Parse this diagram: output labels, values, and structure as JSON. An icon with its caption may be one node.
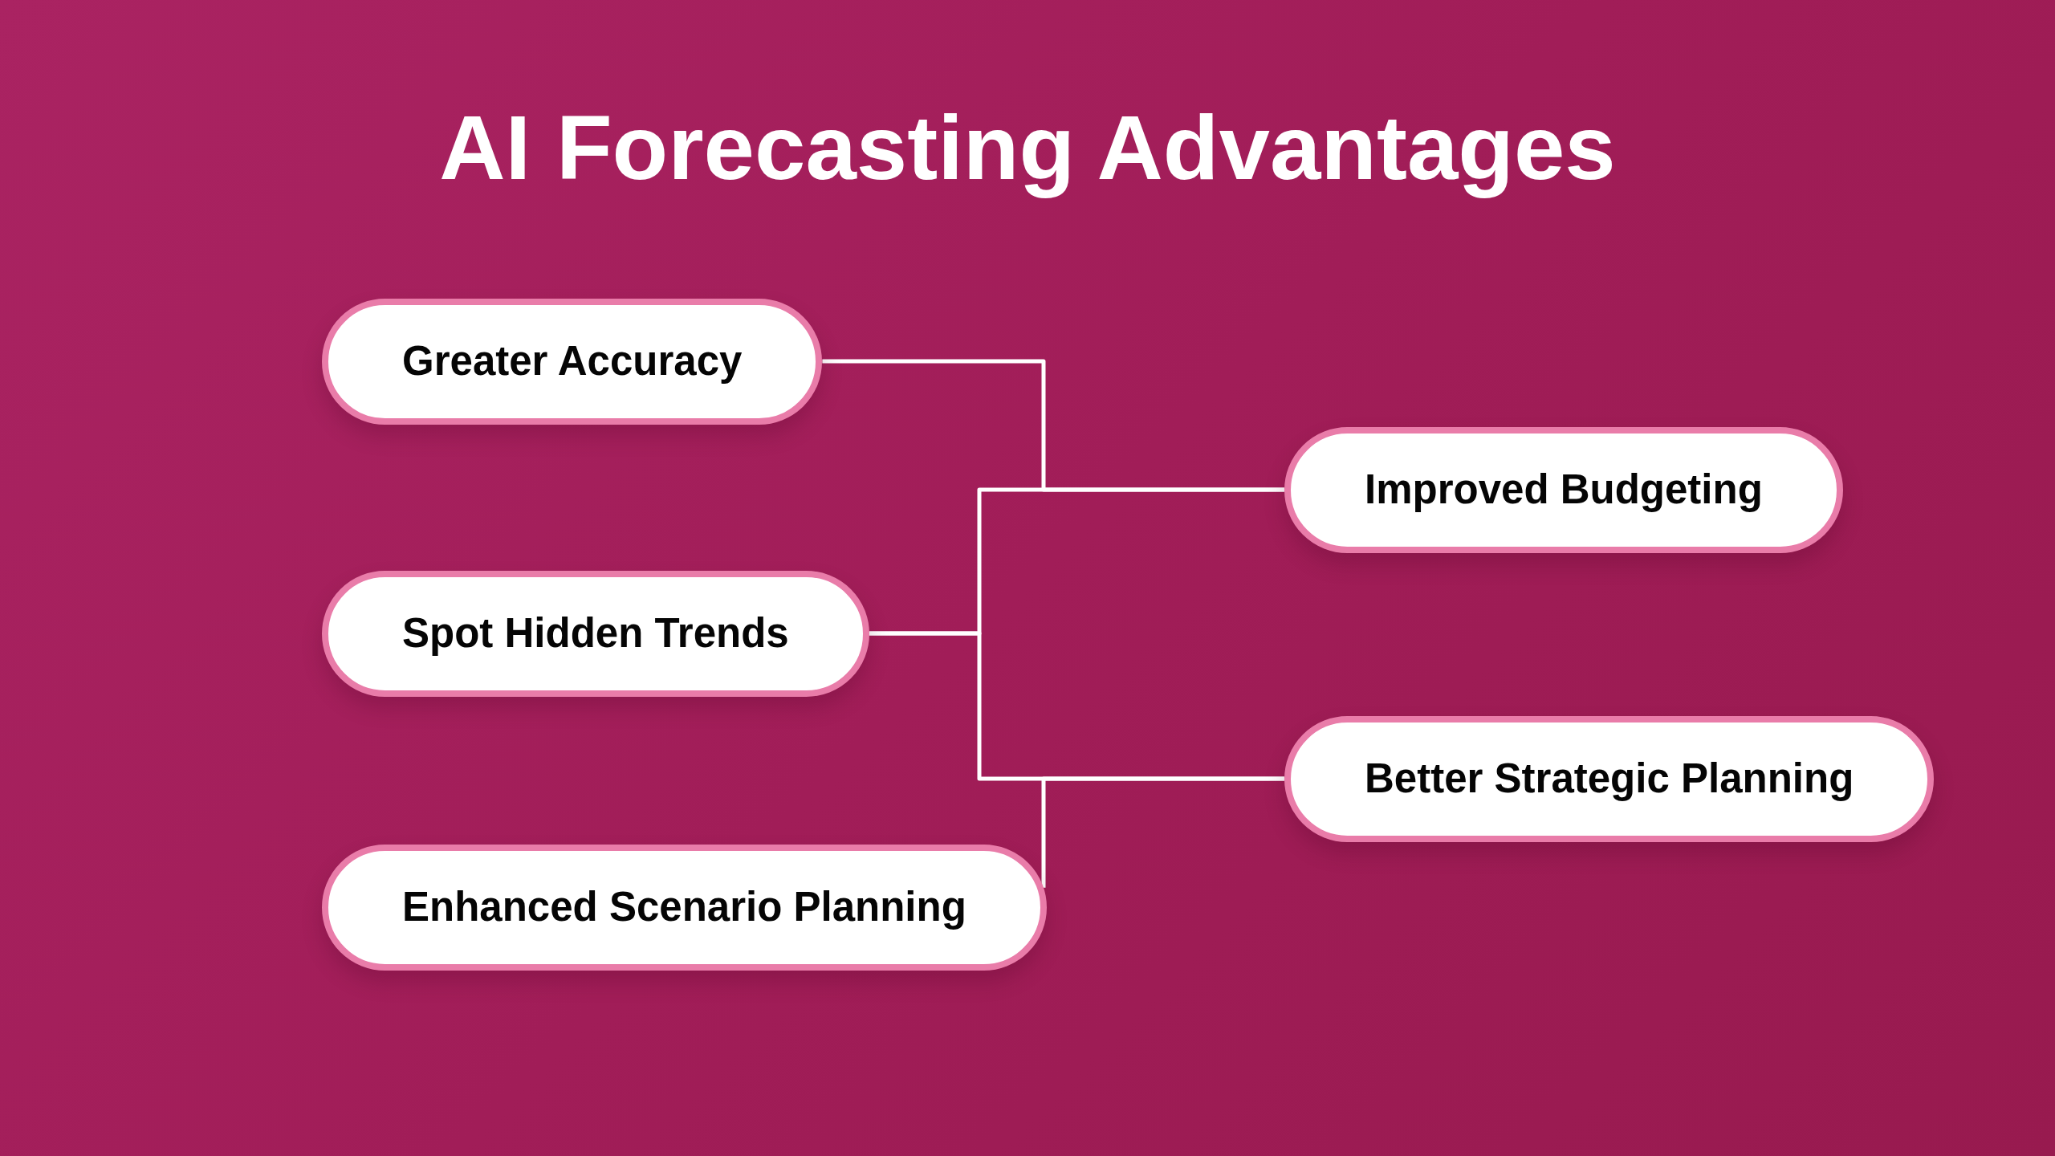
{
  "diagram": {
    "title": "AI Forecasting Advantages",
    "nodes": [
      {
        "text": [
          "Greater Accuracy"
        ]
      },
      {
        "text": [
          "Improved Budgeting"
        ]
      },
      {
        "text": [
          "Spot Hidden Trends"
        ]
      },
      {
        "text": [
          "Better Strategic Planning"
        ]
      },
      {
        "text": [
          "Enhanced Scenario Planning"
        ]
      }
    ],
    "edges": [
      {
        "from": 0,
        "to": 1,
        "arrow": "none"
      },
      {
        "from": 2,
        "to": 1,
        "arrow": "none"
      },
      {
        "from": 2,
        "to": 3,
        "arrow": "none"
      },
      {
        "from": 4,
        "to": 3,
        "arrow": "none"
      }
    ]
  }
}
